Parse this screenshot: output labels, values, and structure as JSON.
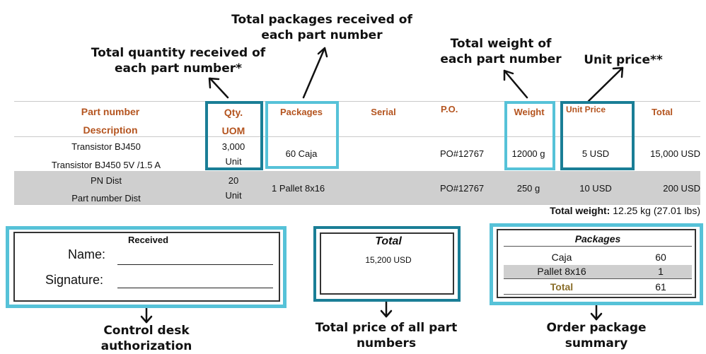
{
  "annotations": {
    "qty": [
      "Total quantity received of",
      "each part number*"
    ],
    "packages": [
      "Total packages received of",
      "each part number"
    ],
    "weight": [
      "Total weight of",
      "each part number"
    ],
    "unit_price": "Unit price**",
    "control": [
      "Control desk",
      "authorization"
    ],
    "total_price": [
      "Total price of all part",
      "numbers"
    ],
    "order_summary": [
      "Order package",
      "summary"
    ]
  },
  "table": {
    "headers": {
      "part_number": "Part number",
      "description": "Description",
      "qty": "Qty.",
      "uom": "UOM",
      "packages": "Packages",
      "serial": "Serial",
      "po": "P.O.",
      "weight": "Weight",
      "unit_price": "Unit Price",
      "total": "Total"
    },
    "rows": [
      {
        "part_number": "Transistor BJ450",
        "description": "Transistor BJ450 5V /1.5 A",
        "qty": "3,000",
        "uom": "Unit",
        "packages": "60  Caja",
        "serial": "",
        "po": "PO#12767",
        "weight": "12000 g",
        "unit_price": "5  USD",
        "total": "15,000  USD"
      },
      {
        "part_number": "PN Dist",
        "description": "Part number Dist",
        "qty": "20",
        "uom": "Unit",
        "packages": "1  Pallet 8x16",
        "serial": "",
        "po": "PO#12767",
        "weight": "250 g",
        "unit_price": "10  USD",
        "total": "200  USD"
      }
    ],
    "total_weight_label": "Total weight:",
    "total_weight_value": "12.25 kg (27.01 lbs)"
  },
  "received": {
    "title": "Received",
    "name_label": "Name:",
    "signature_label": "Signature:"
  },
  "total_box": {
    "title": "Total",
    "value": "15,200  USD"
  },
  "packages_summary": {
    "title": "Packages",
    "rows": [
      {
        "name": "Caja",
        "count": "60"
      },
      {
        "name": "Pallet 8x16",
        "count": "1"
      }
    ],
    "total_label": "Total",
    "total_value": "61"
  },
  "colors": {
    "dark_teal": "#1a7e96",
    "light_teal": "#56c2d8",
    "header_orange": "#b4541f",
    "row_gray": "#cfcfcf"
  }
}
